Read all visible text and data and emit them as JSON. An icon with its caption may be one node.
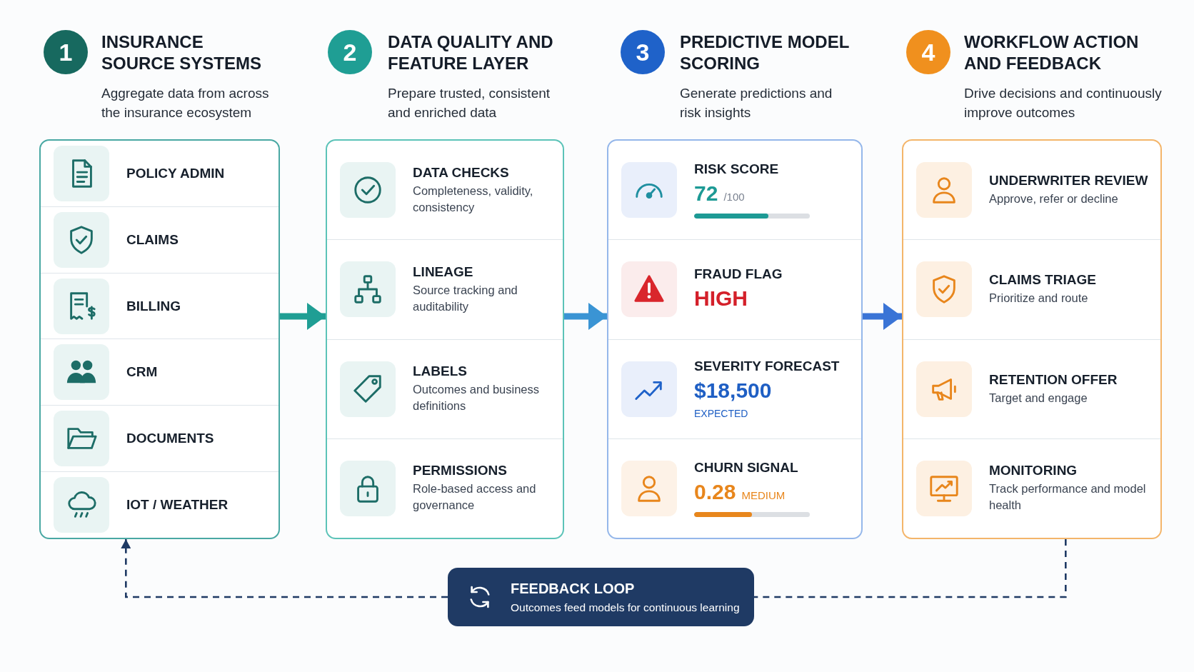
{
  "diagram": {
    "nodes": [
      {
        "text": [
          "1"
        ]
      },
      {
        "text": [
          "INSURANCE SOURCE SYSTEMS",
          "Aggregate data from across the insurance ecosystem"
        ]
      },
      {
        "text": [
          "POLICY ADMIN"
        ],
        "in": 1
      },
      {
        "text": [
          "CLAIMS"
        ],
        "in": 1
      },
      {
        "text": [
          "BILLING"
        ],
        "in": 1
      },
      {
        "text": [
          "CRM"
        ],
        "in": 1
      },
      {
        "text": [
          "DOCUMENTS"
        ],
        "in": 1
      },
      {
        "text": [
          "IOT / WEATHER"
        ],
        "in": 1
      },
      {
        "text": [
          "2"
        ]
      },
      {
        "text": [
          "DATA QUALITY AND FEATURE LAYER",
          "Prepare trusted, consistent and enriched data"
        ]
      },
      {
        "text": [
          "DATA CHECKS",
          "Completeness, validity, consistency"
        ],
        "in": 9
      },
      {
        "text": [
          "LINEAGE",
          "Source tracking and auditability"
        ],
        "in": 9
      },
      {
        "text": [
          "LABELS",
          "Outcomes and business definitions"
        ],
        "in": 9
      },
      {
        "text": [
          "PERMISSIONS",
          "Role-based access and governance"
        ],
        "in": 9
      },
      {
        "text": [
          "3"
        ]
      },
      {
        "text": [
          "PREDICTIVE MODEL SCORING",
          "Generate predictions and risk insights"
        ]
      },
      {
        "text": [
          "RISK SCORE",
          "72",
          "/100"
        ],
        "in": 15
      },
      {
        "text": [
          "FRAUD FLAG",
          "HIGH"
        ],
        "in": 15
      },
      {
        "text": [
          "SEVERITY FORECAST",
          "$18,500",
          "EXPECTED"
        ],
        "in": 15
      },
      {
        "text": [
          "CHURN SIGNAL",
          "0.28",
          "MEDIUM"
        ],
        "in": 15
      },
      {
        "text": [
          "4"
        ]
      },
      {
        "text": [
          "WORKFLOW ACTION AND FEEDBACK",
          "Drive decisions and continuously improve outcomes"
        ]
      },
      {
        "text": [
          "UNDERWRITER REVIEW",
          "Approve, refer or decline"
        ],
        "in": 21
      },
      {
        "text": [
          "CLAIMS TRIAGE",
          "Prioritize and route"
        ],
        "in": 21
      },
      {
        "text": [
          "RETENTION OFFER",
          "Target and engage"
        ],
        "in": 21
      },
      {
        "text": [
          "MONITORING",
          "Track performance and model health"
        ],
        "in": 21
      },
      {
        "text": [
          "FEEDBACK LOOP",
          "Outcomes feed models for continuous learning"
        ]
      }
    ],
    "edges": [
      {
        "from": 1,
        "to": 9,
        "arrow": "to",
        "color": "#1f9e94"
      },
      {
        "from": 9,
        "to": 15,
        "arrow": "to",
        "color": "#3a94d4"
      },
      {
        "from": 15,
        "to": 21,
        "arrow": "to",
        "color": "#3a74d6"
      },
      {
        "from": 21,
        "to": 26,
        "arrow": "none",
        "style": "dashed",
        "color": "#1f3a64"
      },
      {
        "from": 26,
        "to": 1,
        "arrow": "to",
        "style": "dashed",
        "color": "#1f3a64"
      }
    ]
  }
}
